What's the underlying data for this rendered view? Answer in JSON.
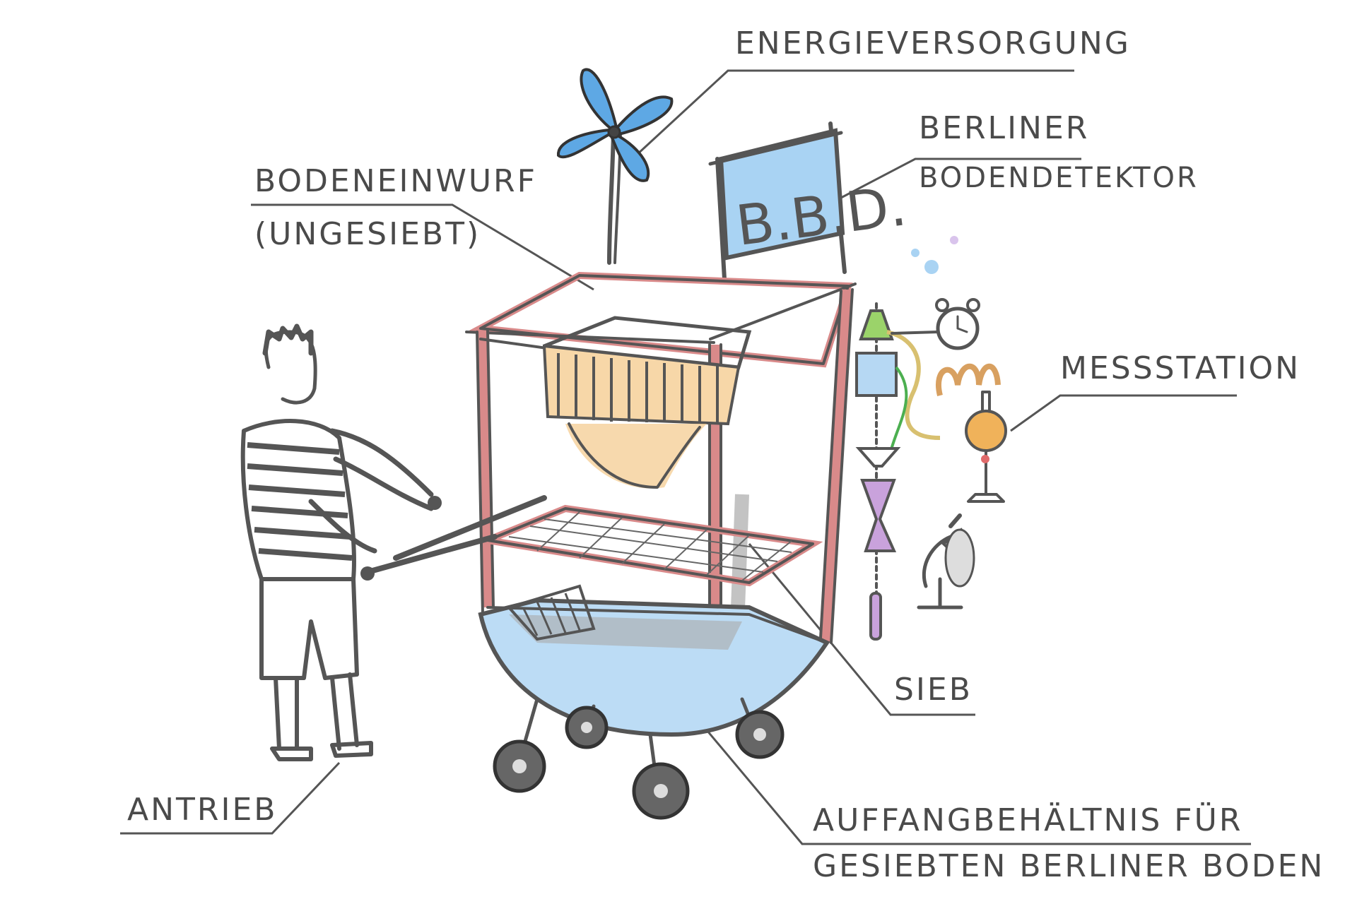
{
  "labels": {
    "energy": "Energieversorgung",
    "berliner_1": "Berliner",
    "berliner_2": "Bodendetektor",
    "soil_input_1": "Bodeneinwurf",
    "soil_input_2": "(ungesiebt)",
    "measuring": "Messstation",
    "sieve": "Sieb",
    "drive": "Antrieb",
    "container_1": "Auffangbehältnis für",
    "container_2": "gesiebten Berliner Boden"
  },
  "sign_text": "B.B.D.",
  "colors": {
    "ink": "#555555",
    "frame": "#d98a8a",
    "blue": "#8fc2ec",
    "tub": "#bcdcf5",
    "soil": "#f2c98f",
    "flask_green": "#9bd36a",
    "liquid_orange": "#f0b25a",
    "liquid_purple": "#c9a2dc"
  }
}
